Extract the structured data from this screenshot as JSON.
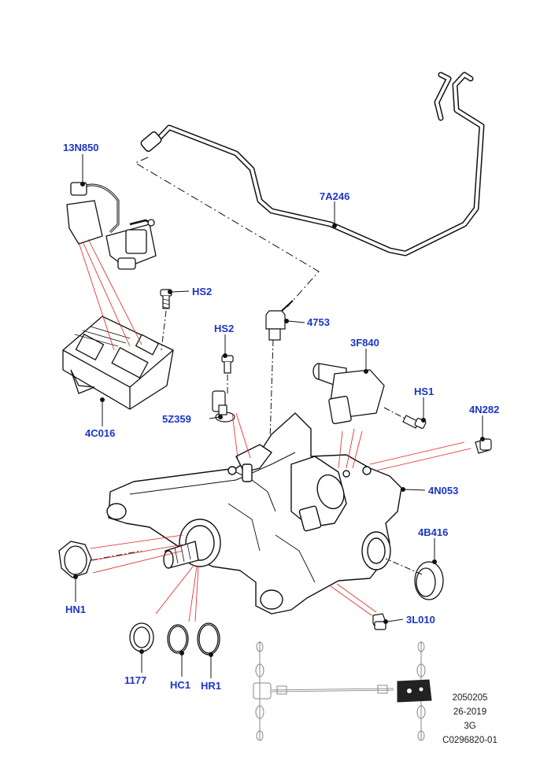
{
  "diagram": {
    "part_labels": [
      "13N850",
      "7A246",
      "HS2",
      "4753",
      "HS2",
      "3F840",
      "HS1",
      "4N282",
      "5Z359",
      "4C016",
      "4N053",
      "4B416",
      "HN1",
      "3L010",
      "1177",
      "HC1",
      "HR1"
    ],
    "reference": {
      "line1": "2050205",
      "line2": "26-2019",
      "line3": "3G",
      "line4": "C0296820-01"
    },
    "colors": {
      "label": "#1a35c8",
      "leader": "#e02020",
      "outline": "#111111",
      "thumbnail": "#888888"
    }
  }
}
